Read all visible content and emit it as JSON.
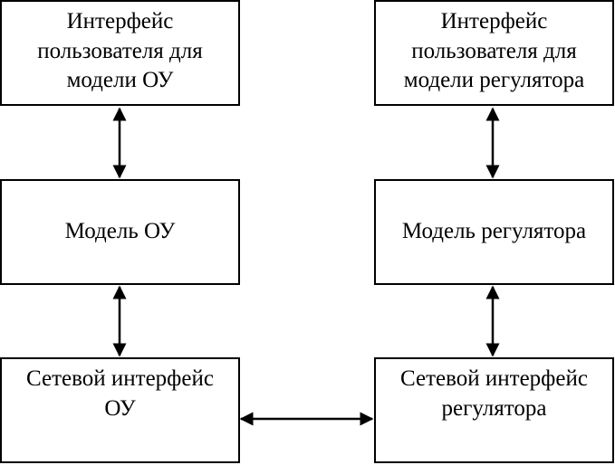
{
  "boxes": {
    "plant_ui": "Интерфейс\nпользователя для\nмодели ОУ",
    "controller_ui": "Интерфейс\nпользователя для\nмодели регулятора",
    "plant_model": "Модель ОУ",
    "controller_model": "Модель регулятора",
    "plant_net": "Сетевой интерфейс\nОУ",
    "controller_net": "Сетевой интерфейс\nрегулятора"
  },
  "colors": {
    "stroke": "#000000",
    "fill": "#ffffff"
  }
}
